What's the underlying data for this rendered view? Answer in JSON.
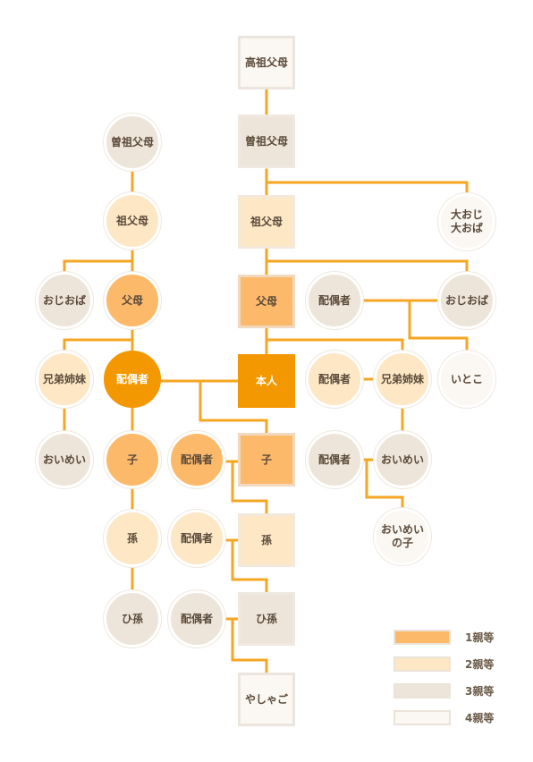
{
  "colors": {
    "line": "#F5A623",
    "degree1": "#FDB96A",
    "degree2": "#FDE7C4",
    "degree3": "#EEE5DA",
    "degree4": "#FBF7F2",
    "self": "#F39800"
  },
  "nodes": {
    "koso_fubo": "高祖父母",
    "soso_fubo_right": "曽祖父母",
    "soso_fubo_left": "曽祖父母",
    "sofubo_left": "祖父母",
    "sofubo_right": "祖父母",
    "daioji_daioba": "大おじ\n大おば",
    "ojioba_left": "おじおば",
    "fubo_left": "父母",
    "fubo_right": "父母",
    "haiguusha_uncle": "配偶者",
    "ojioba_right": "おじおば",
    "kyodai_left": "兄弟姉妹",
    "haiguusha_self": "配偶者",
    "honnin": "本人",
    "haiguusha_sibling": "配偶者",
    "kyodai_right": "兄弟姉妹",
    "itoko": "いとこ",
    "oimei_left": "おいめい",
    "ko_left": "子",
    "haiguusha_child": "配偶者",
    "ko_right": "子",
    "haiguusha_nephew": "配偶者",
    "oimei_right": "おいめい",
    "mago_left": "孫",
    "haiguusha_grandchild": "配偶者",
    "mago_right": "孫",
    "oimei_no_ko": "おいめい\nの子",
    "himago_left": "ひ孫",
    "haiguusha_greatgrandchild": "配偶者",
    "himago_right": "ひ孫",
    "yashago": "やしゃご"
  },
  "legend": {
    "degree1": "1親等",
    "degree2": "2親等",
    "degree3": "3親等",
    "degree4": "4親等"
  }
}
